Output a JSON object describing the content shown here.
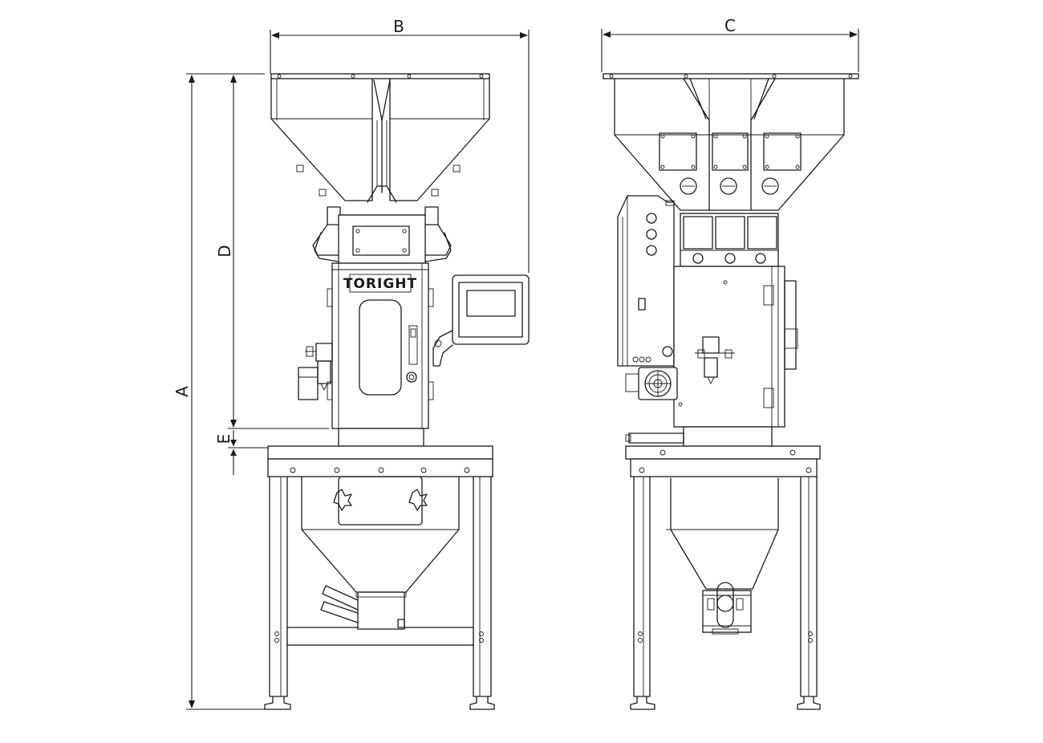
{
  "drawing": {
    "brand_mark": "TORIGHT",
    "dimension_labels": {
      "overall_height": "A",
      "front_width": "B",
      "side_width": "C",
      "upper_body_height": "D",
      "gap_height": "E"
    }
  },
  "views": [
    "front-view",
    "side-view"
  ],
  "colors": {
    "line": "#1a1a1a",
    "background": "#ffffff"
  }
}
